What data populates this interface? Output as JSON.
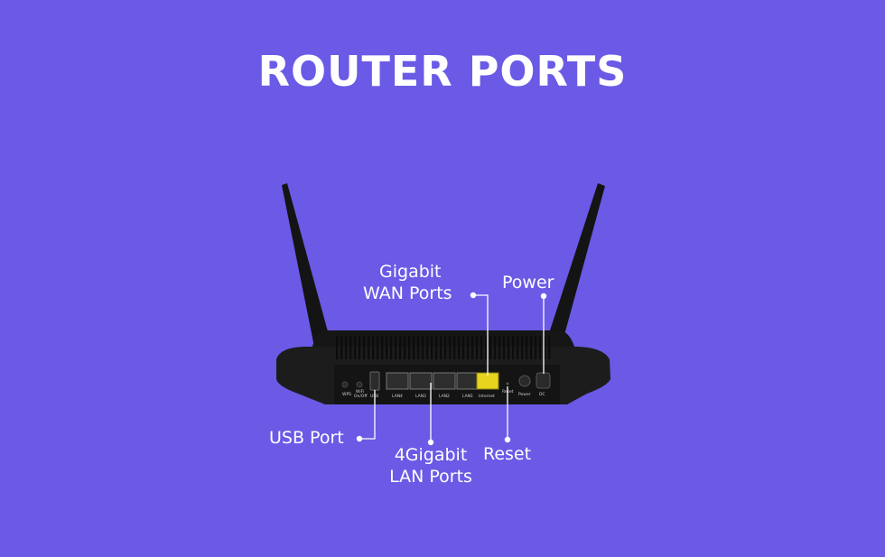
{
  "title": "ROUTER PORTS",
  "labels": {
    "wan": [
      "Gigabit",
      "WAN Ports"
    ],
    "power": "Power",
    "usb": "USB Port",
    "lan": [
      "4Gigabit",
      "LAN Ports"
    ],
    "reset": "Reset"
  },
  "router_panel": {
    "wps": "WPS",
    "wifi": [
      "WiFi",
      "On/Off"
    ],
    "usb": "USB",
    "lan_ports": [
      "LAN4",
      "LAN3",
      "LAN2",
      "LAN1"
    ],
    "internet": "Internet",
    "reset": "Reset",
    "power": "Power",
    "dc": "DC"
  },
  "colors": {
    "background": "#6a5ae6",
    "router_body": "#1b1b1b",
    "wan_port": "#e6d41e",
    "callout": "#ffffff"
  }
}
